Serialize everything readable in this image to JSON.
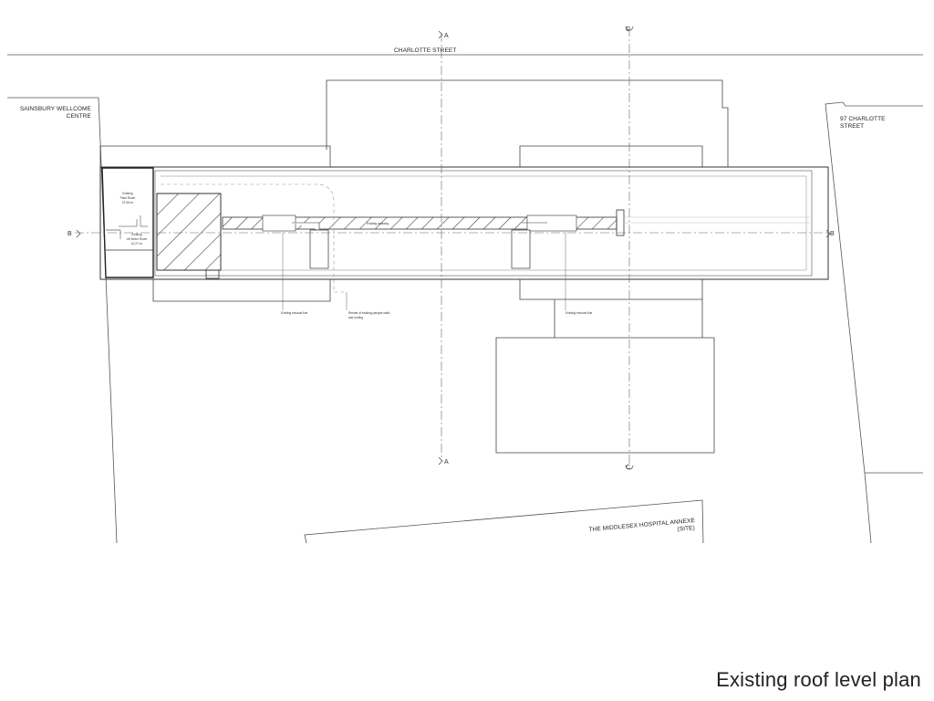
{
  "drawing_title": "Existing roof level plan",
  "streets": {
    "top": "CHARLOTTE STREET",
    "left_line1": "SAINSBURY WELLCOME",
    "left_line2": "CENTRE",
    "right_line1": "97 CHARLOTTE",
    "right_line2": "STREET",
    "bottom_line1": "THE MIDDLESEX HOSPITAL ANNEXE",
    "bottom_line2": "(SITE)"
  },
  "section_markers": {
    "a_top": "A",
    "a_bottom": "A",
    "b_left": "B",
    "b_right": "B",
    "c_top": "C",
    "c_bottom": "C"
  },
  "room_labels": {
    "plant_line1": "Existing",
    "plant_line2": "Plant Room",
    "plant_line3": "37.06 m²",
    "lift_line1": "Existing",
    "lift_line2": "Lift Motor Room",
    "lift_line3": "10.27 m²",
    "walkway": "Existing walkway"
  },
  "notes": {
    "exhaust_left": "Existing exhaust flue",
    "render_line1": "Render of existing parapet walls",
    "render_line2": "and roofing",
    "exhaust_right": "Existing exhaust flue"
  },
  "colors": {
    "line": "#333333",
    "thin_line": "#555555",
    "dashed": "#999999",
    "hatch": "#444444"
  }
}
